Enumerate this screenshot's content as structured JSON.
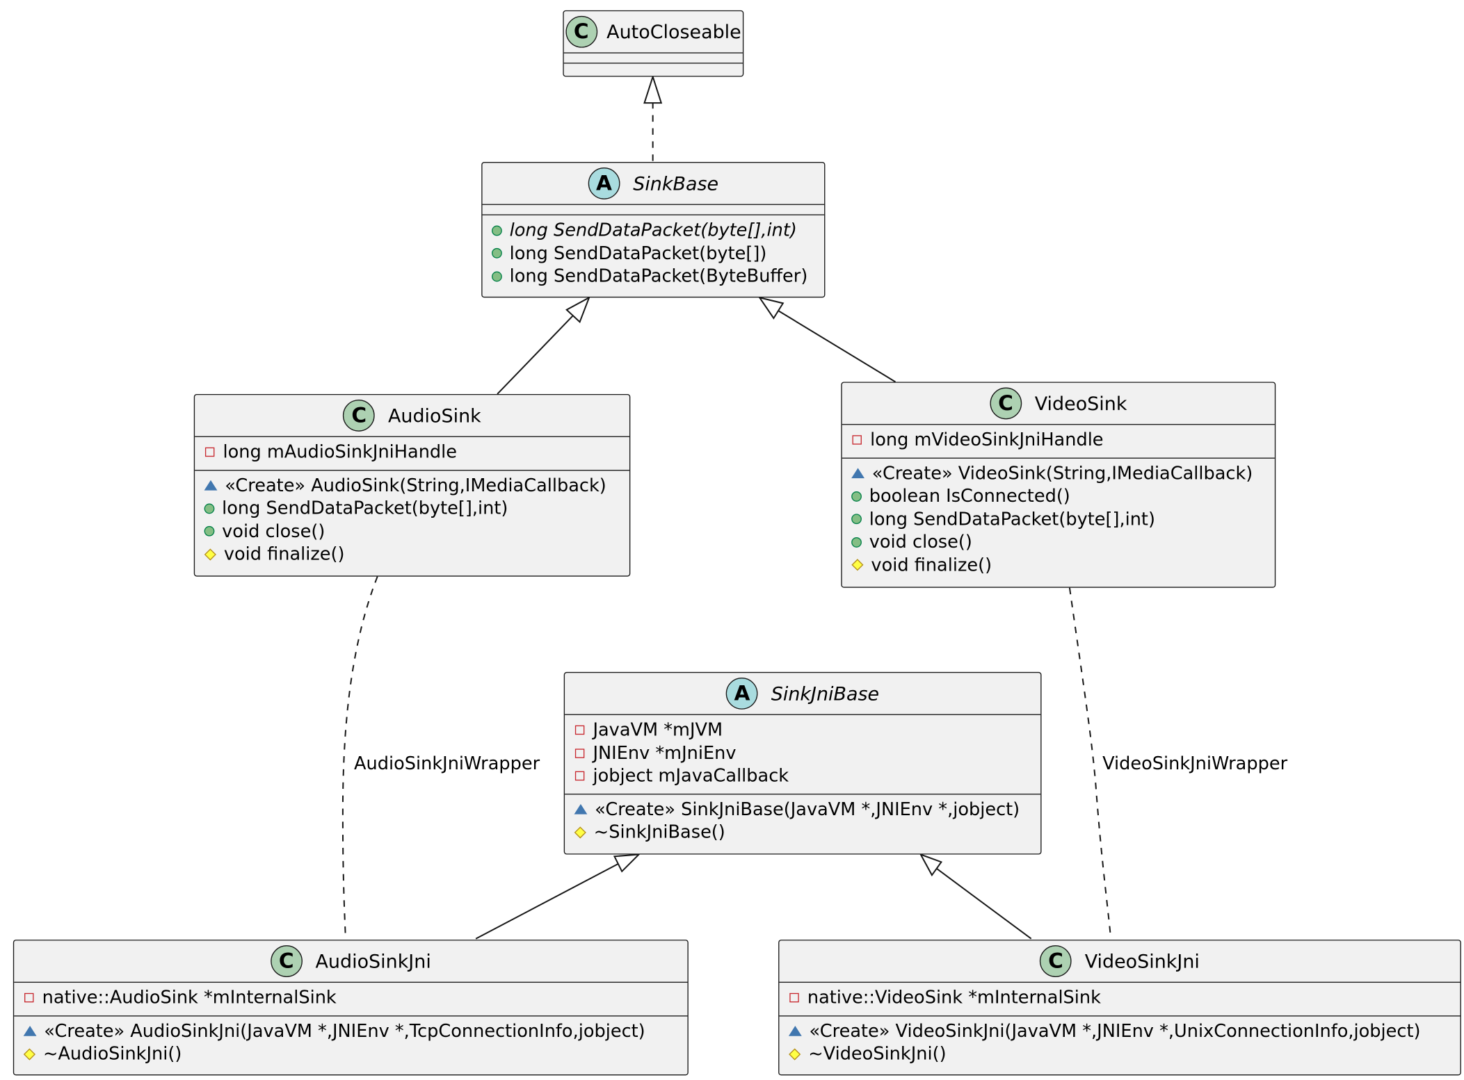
{
  "classes": {
    "autocloseable": {
      "kind": "C",
      "name": "AutoCloseable"
    },
    "sinkbase": {
      "kind": "A",
      "name": "SinkBase",
      "methods": [
        {
          "vis": "public",
          "text": "long SendDataPacket(byte[],int)",
          "abstract": true
        },
        {
          "vis": "public",
          "text": "long SendDataPacket(byte[])"
        },
        {
          "vis": "public",
          "text": "long SendDataPacket(ByteBuffer)"
        }
      ]
    },
    "audiosink": {
      "kind": "C",
      "name": "AudioSink",
      "fields": [
        {
          "vis": "private",
          "text": "long mAudioSinkJniHandle"
        }
      ],
      "methods": [
        {
          "vis": "package",
          "text": "«Create» AudioSink(String,IMediaCallback)"
        },
        {
          "vis": "public",
          "text": "long SendDataPacket(byte[],int)"
        },
        {
          "vis": "public",
          "text": "void close()"
        },
        {
          "vis": "protected",
          "text": "void finalize()"
        }
      ]
    },
    "videosink": {
      "kind": "C",
      "name": "VideoSink",
      "fields": [
        {
          "vis": "private",
          "text": "long mVideoSinkJniHandle"
        }
      ],
      "methods": [
        {
          "vis": "package",
          "text": "«Create» VideoSink(String,IMediaCallback)"
        },
        {
          "vis": "public",
          "text": "boolean IsConnected()"
        },
        {
          "vis": "public",
          "text": "long SendDataPacket(byte[],int)"
        },
        {
          "vis": "public",
          "text": "void close()"
        },
        {
          "vis": "protected",
          "text": "void finalize()"
        }
      ]
    },
    "sinkjnibase": {
      "kind": "A",
      "name": "SinkJniBase",
      "fields": [
        {
          "vis": "private",
          "text": "JavaVM *mJVM"
        },
        {
          "vis": "private",
          "text": "JNIEnv *mJniEnv"
        },
        {
          "vis": "private",
          "text": "jobject mJavaCallback"
        }
      ],
      "methods": [
        {
          "vis": "package",
          "text": "«Create» SinkJniBase(JavaVM *,JNIEnv *,jobject)"
        },
        {
          "vis": "protected",
          "text": "~SinkJniBase()"
        }
      ]
    },
    "audiosinkjni": {
      "kind": "C",
      "name": "AudioSinkJni",
      "fields": [
        {
          "vis": "private",
          "text": "native::AudioSink *mInternalSink"
        }
      ],
      "methods": [
        {
          "vis": "package",
          "text": "«Create» AudioSinkJni(JavaVM *,JNIEnv *,TcpConnectionInfo,jobject)"
        },
        {
          "vis": "protected",
          "text": "~AudioSinkJni()"
        }
      ]
    },
    "videosinkjni": {
      "kind": "C",
      "name": "VideoSinkJni",
      "fields": [
        {
          "vis": "private",
          "text": "native::VideoSink *mInternalSink"
        }
      ],
      "methods": [
        {
          "vis": "package",
          "text": "«Create» VideoSinkJni(JavaVM *,JNIEnv *,UnixConnectionInfo,jobject)"
        },
        {
          "vis": "protected",
          "text": "~VideoSinkJni()"
        }
      ]
    }
  },
  "relations": {
    "audio_wrapper_label": "AudioSinkJniWrapper",
    "video_wrapper_label": "VideoSinkJniWrapper"
  }
}
